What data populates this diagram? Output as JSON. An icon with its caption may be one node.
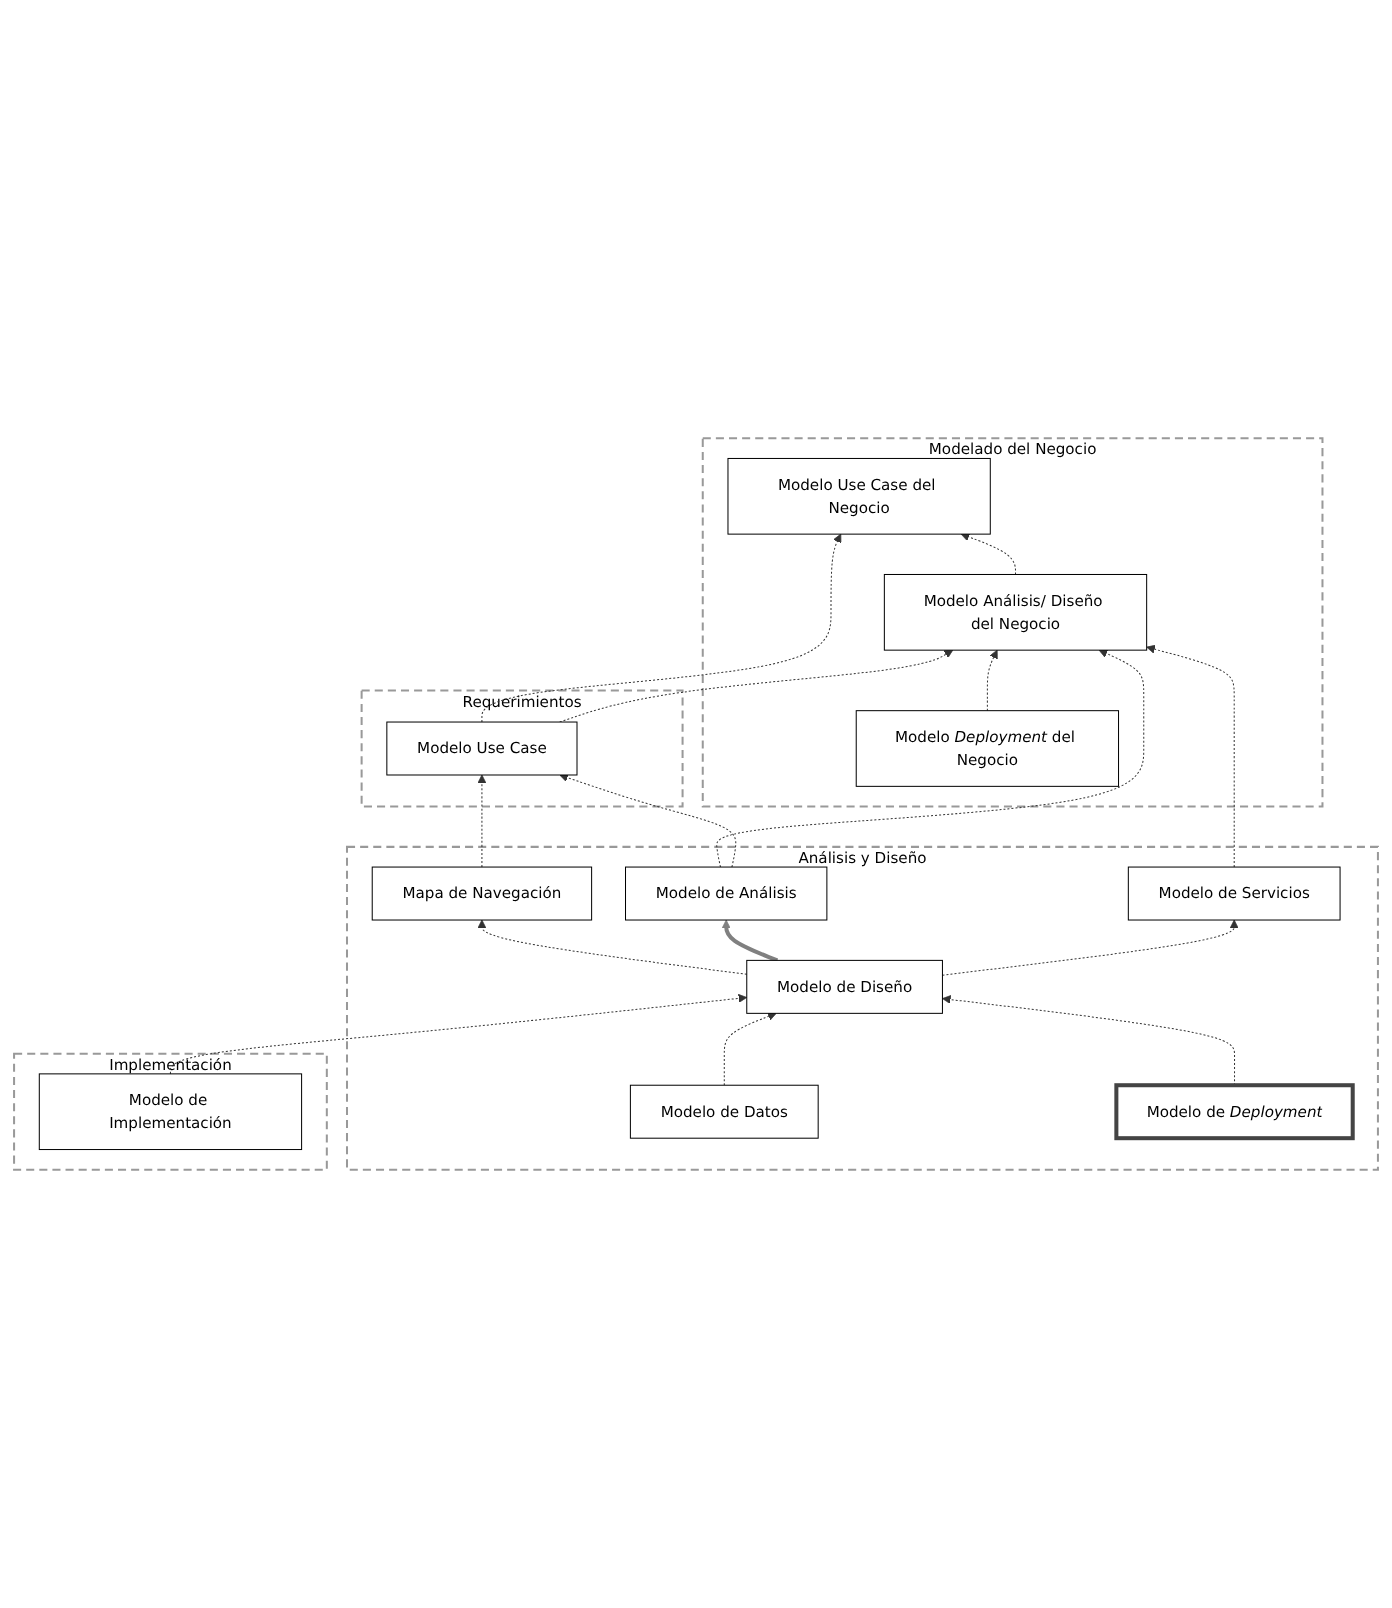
{
  "diagram": {
    "nodes": [
      {
        "text": [
          "Modelado del Negocio"
        ]
      },
      {
        "text": [
          "Modelo Use Case del Negocio"
        ],
        "in": 0
      },
      {
        "text": [
          "Modelo Análisis/ Diseño del Negocio"
        ],
        "in": 0
      },
      {
        "text": [
          "Modelo *Deployment* del Negocio"
        ],
        "in": 0
      },
      {
        "text": [
          "Requerimientos"
        ]
      },
      {
        "text": [
          "Modelo Use Case"
        ],
        "in": 4
      },
      {
        "text": [
          "Análisis y Diseño"
        ]
      },
      {
        "text": [
          "Mapa de Navegación"
        ],
        "in": 6
      },
      {
        "text": [
          "Modelo de Análisis"
        ],
        "in": 6
      },
      {
        "text": [
          "Modelo de Servicios"
        ],
        "in": 6
      },
      {
        "text": [
          "Modelo de Diseño"
        ],
        "in": 6
      },
      {
        "text": [
          "Modelo de Datos"
        ],
        "in": 6
      },
      {
        "text": [
          "Modelo de *Deployment*"
        ],
        "in": 6
      },
      {
        "text": [
          "Implementación"
        ]
      },
      {
        "text": [
          "Modelo de Implementación"
        ],
        "in": 13
      }
    ],
    "edges": [
      {
        "from": 2,
        "to": 1,
        "arrow": "to",
        "style": "dashed"
      },
      {
        "from": 3,
        "to": 2,
        "arrow": "to",
        "style": "dashed"
      },
      {
        "from": 5,
        "to": 1,
        "arrow": "to",
        "style": "dashed"
      },
      {
        "from": 5,
        "to": 2,
        "arrow": "to",
        "style": "dashed"
      },
      {
        "from": 8,
        "to": 2,
        "arrow": "to",
        "style": "dashed"
      },
      {
        "from": 9,
        "to": 2,
        "arrow": "to",
        "style": "dashed"
      },
      {
        "from": 7,
        "to": 5,
        "arrow": "to",
        "style": "dashed"
      },
      {
        "from": 8,
        "to": 5,
        "arrow": "to",
        "style": "dashed"
      },
      {
        "from": 10,
        "to": 7,
        "arrow": "to",
        "style": "dashed"
      },
      {
        "from": 10,
        "to": 8,
        "arrow": "to",
        "style": "thick",
        "color": "#808080"
      },
      {
        "from": 10,
        "to": 9,
        "arrow": "to",
        "style": "dashed"
      },
      {
        "from": 11,
        "to": 10,
        "arrow": "to",
        "style": "dashed"
      },
      {
        "from": 14,
        "to": 10,
        "arrow": "to",
        "style": "dashed"
      },
      {
        "from": 12,
        "to": 10,
        "arrow": "to",
        "style": "dashed"
      }
    ]
  }
}
